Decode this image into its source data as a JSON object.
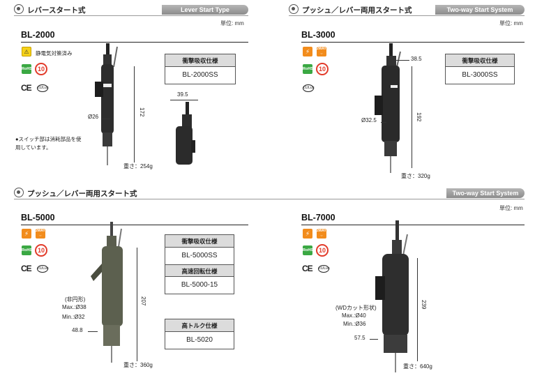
{
  "sections": {
    "lever": {
      "title": "レバースタート式",
      "tag": "Lever Start Type"
    },
    "twoway_top": {
      "title": "プッシュ／レバー両用スタート式",
      "tag": "Two-way Start System"
    },
    "twoway_bottom": {
      "title": "プッシュ／レバー両用スタート式",
      "tag": "Two-way Start System"
    }
  },
  "unit_label": "単位: mm",
  "icons": {
    "esd_label": "静電気対策済み",
    "rohs": "RoHS",
    "ten_year": "10",
    "ce": "CE",
    "ul": "cULus",
    "lightning": "⚡",
    "two_way_top": "2WAY",
    "two_way_bottom": "⇔"
  },
  "products": {
    "bl2000": {
      "model": "BL-2000",
      "spec_header": "衝撃吸収仕様",
      "spec_value": "BL-2000SS",
      "dia": "Ø26",
      "length": "172",
      "width": "39.5",
      "weight": "重さ：254g",
      "note_line1": "●スイッチ部は消耗部品を使",
      "note_line2": "用しています。"
    },
    "bl3000": {
      "model": "BL-3000",
      "spec_header": "衝撃吸収仕様",
      "spec_value": "BL-3000SS",
      "dia": "Ø32.5",
      "length": "192",
      "width": "38.5",
      "weight": "重さ：320g"
    },
    "bl5000": {
      "model": "BL-5000",
      "spec1_header": "衝撃吸収仕様",
      "spec1_value": "BL-5000SS",
      "spec2_header": "高速回転仕様",
      "spec2_value": "BL-5000-15",
      "spec3_header": "高トルク仕様",
      "spec3_value": "BL-5020",
      "shape_note": "(非円形)",
      "max": "Max.:Ø38",
      "min": "Min.:Ø32",
      "length": "207",
      "width": "48.8",
      "weight": "重さ：360g"
    },
    "bl7000": {
      "model": "BL-7000",
      "shape_note": "(WDカット形状)",
      "max": "Max.:Ø40",
      "min": "Min.:Ø36",
      "length": "239",
      "width": "57.5",
      "weight": "重さ：640g"
    }
  },
  "colors": {
    "orange": "#f28c1c",
    "rohs_green": "#3aa843",
    "ten_red": "#e23b2a",
    "esd_yellow": "#f5d21a",
    "tag_gray": "#9a9a9a"
  }
}
